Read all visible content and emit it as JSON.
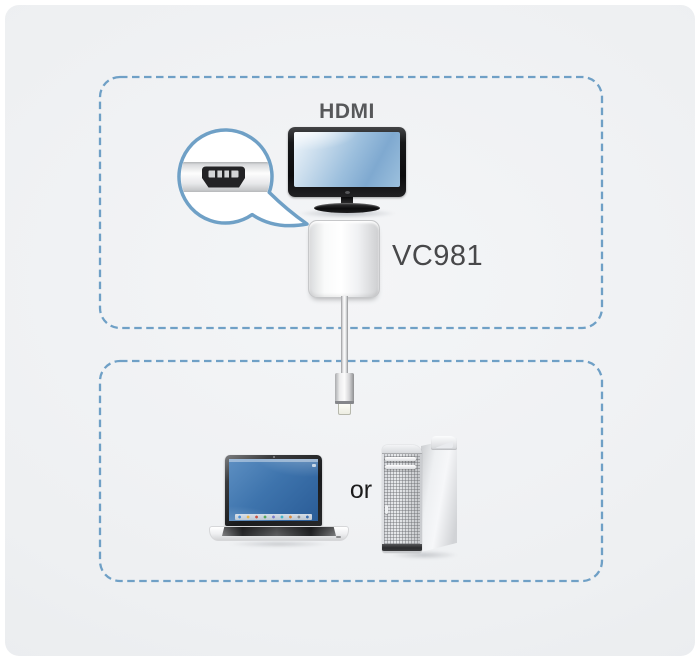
{
  "diagram": {
    "top_box": {
      "monitor_label": "HDMI",
      "adapter_label": "VC981"
    },
    "bottom_box": {
      "separator_label": "or"
    },
    "icons": {
      "display": "hdmi-monitor-icon",
      "port_closeup": "hdmi-port-magnifier-icon",
      "adapter": "vc981-adapter-icon",
      "connector": "usb-c-connector-icon",
      "source_a": "laptop-icon",
      "source_b": "desktop-tower-icon"
    },
    "colors": {
      "dashed_border": "#6fa0c6",
      "panel_background": "#eef0f2",
      "monitor_screen_blue": "#8cb2d6",
      "laptop_screen_blue": "#3e74ad",
      "label_dark_gray": "#57585a",
      "device_body_white": "#f9fafa"
    }
  }
}
